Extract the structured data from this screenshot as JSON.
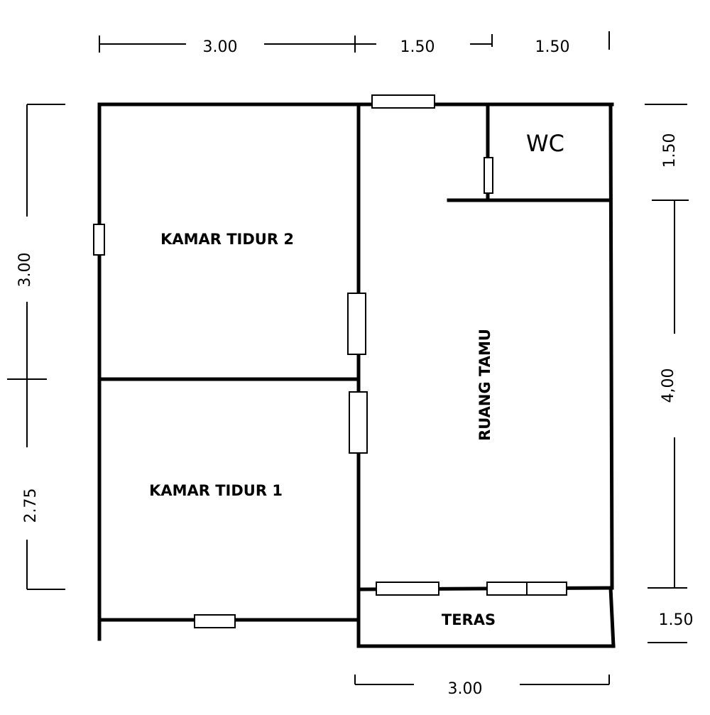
{
  "rooms": {
    "bedroom_2": "KAMAR TIDUR 2",
    "bedroom_1": "KAMAR TIDUR 1",
    "living_room": "RUANG  TAMU",
    "wc": "WC",
    "terrace": "TERAS"
  },
  "dimensions": {
    "top_left": "3.00",
    "top_middle": "1.50",
    "top_right": "1.50",
    "left_upper": "3.00",
    "left_lower": "2.75",
    "right_top": "1.50",
    "right_middle": "4,00",
    "right_bottom": "1.50",
    "bottom": "3.00"
  }
}
